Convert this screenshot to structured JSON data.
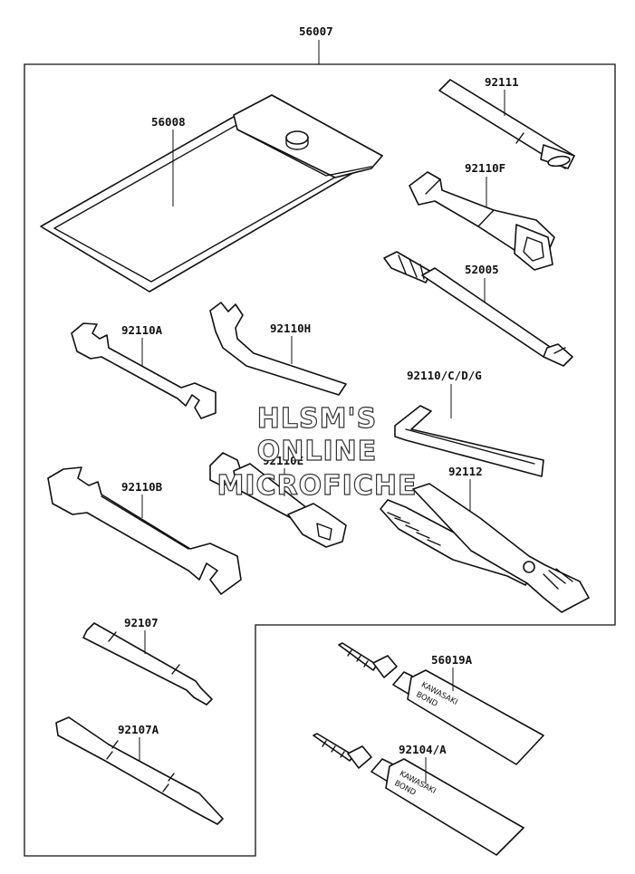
{
  "assembly": {
    "number": "56007"
  },
  "parts": [
    {
      "id": "56008"
    },
    {
      "id": "92111"
    },
    {
      "id": "92110F"
    },
    {
      "id": "52005"
    },
    {
      "id": "92110A"
    },
    {
      "id": "92110H"
    },
    {
      "id": "92110/C/D/G"
    },
    {
      "id": "92110E"
    },
    {
      "id": "92110B"
    },
    {
      "id": "92112"
    },
    {
      "id": "92107"
    },
    {
      "id": "92107A"
    },
    {
      "id": "56019A"
    },
    {
      "id": "92104/A"
    }
  ],
  "tube_printing": {
    "brand": "KAWASAKI",
    "product": "BOND"
  },
  "watermark": {
    "line1": "HLSM'S",
    "line2": "ONLINE",
    "line3": "MICROFICHE"
  }
}
